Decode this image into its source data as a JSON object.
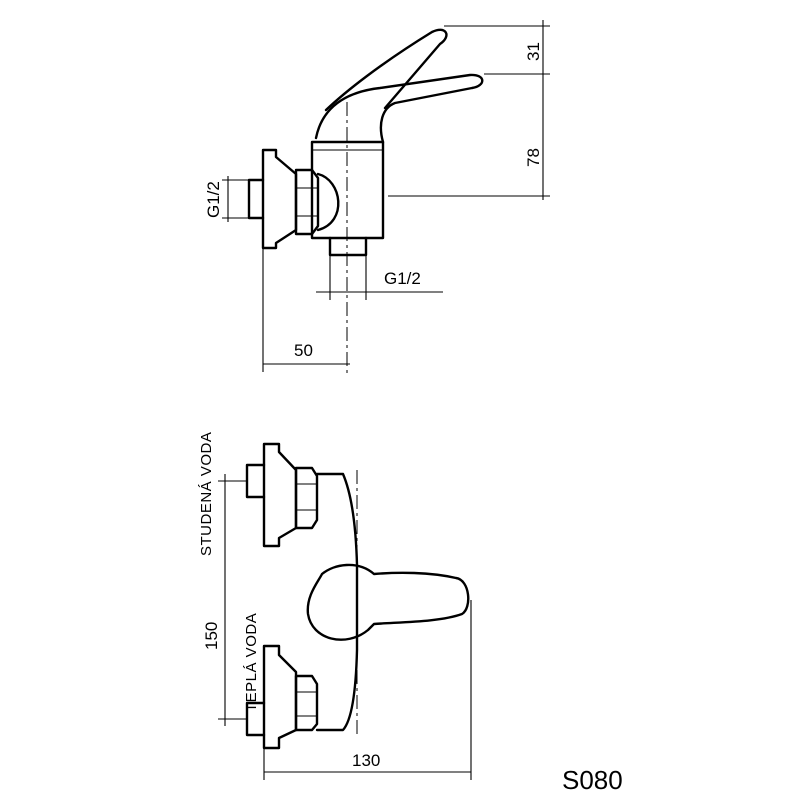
{
  "side_view": {
    "dim_lever_height": "31",
    "dim_body_height": "78",
    "dim_inlet_thread": "G1/2",
    "dim_outlet_thread": "G1/2",
    "dim_depth": "50"
  },
  "front_view": {
    "label_cold": "STUDENÁ VODA",
    "label_hot": "TEPLÁ VODA",
    "dim_spacing": "150",
    "dim_width": "130"
  },
  "model_code": "S080"
}
